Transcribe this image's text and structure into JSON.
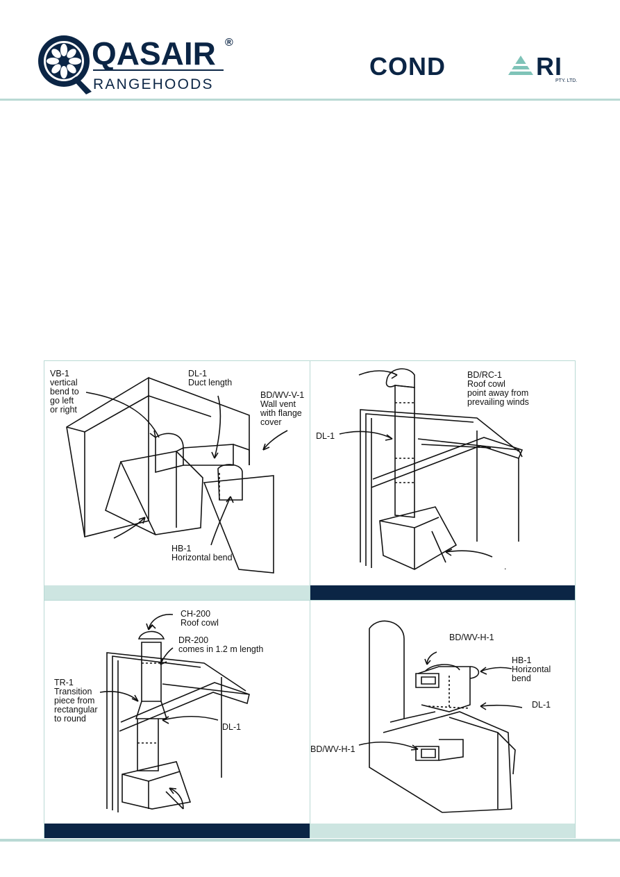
{
  "brand": {
    "qasair_name": "QASAIR",
    "qasair_mark": "®",
    "qasair_sub": "RANGEHOODS",
    "condari_name": "CONDARI",
    "condari_sub": "PTY. LTD.",
    "colors": {
      "navy": "#0b2545",
      "teal_light": "#cde5e1",
      "teal_rule": "#b9d9d4"
    }
  },
  "panels": [
    {
      "band": "light",
      "labels": {
        "vb1": "VB-1\nvertical\nbend to\ngo left\nor right",
        "dl1": "DL-1\nDuct length",
        "wall_vent": "BD/WV-V-1\nWall vent\nwith flange\ncover",
        "hb1": "HB-1\nHorizontal bend"
      }
    },
    {
      "band": "dark",
      "labels": {
        "roof_cowl": "BD/RC-1\nRoof cowl\npoint away from\nprevailing winds",
        "dl1": "DL-1",
        "dot": "."
      }
    },
    {
      "band": "dark",
      "labels": {
        "ch200": "CH-200\nRoof cowl",
        "dr200": "DR-200\ncomes in 1.2 m length",
        "tr1": "TR-1\nTransition\npiece from\nrectangular\nto round",
        "dl1": "DL-1"
      }
    },
    {
      "band": "light",
      "labels": {
        "wv_top": "BD/WV-H-1",
        "hb1": "HB-1\nHorizontal\nbend",
        "dl1": "DL-1",
        "wv_bottom": "BD/WV-H-1"
      }
    }
  ]
}
